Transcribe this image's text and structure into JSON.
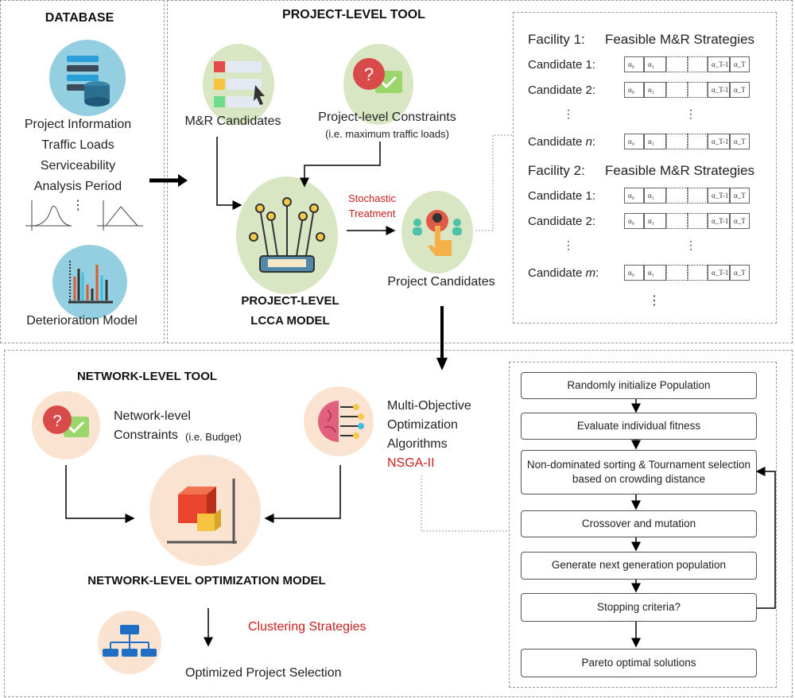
{
  "database": {
    "title": "DATABASE",
    "items": [
      "Project Information",
      "Traffic Loads",
      "Serviceability",
      "Analysis Period"
    ],
    "vdots": "⋮",
    "model": "Deterioration Model"
  },
  "project_tool": {
    "title": "PROJECT-LEVEL TOOL",
    "mr_candidates": "M&R Candidates",
    "constraints": "Project-level Constraints",
    "constraints_note": "(i.e. maximum traffic loads)",
    "stochastic": [
      "Stochastic",
      "Treatment"
    ],
    "model": [
      "PROJECT-LEVEL",
      "LCCA MODEL"
    ],
    "project_candidates": "Project Candidates"
  },
  "facilities": [
    {
      "title": "Facility 1:",
      "subtitle": "Feasible M&R Strategies",
      "rows": [
        "Candidate 1:",
        "Candidate 2:",
        "Candidate "
      ],
      "last_var": "n"
    },
    {
      "title": "Facility 2:",
      "subtitle": "Feasible M&R Strategies",
      "rows": [
        "Candidate 1:",
        "Candidate 2:",
        "Candidate "
      ],
      "last_var": "m"
    }
  ],
  "cells": [
    "α₀",
    "α₁",
    "α_T-1",
    "α_T"
  ],
  "vdots": "⋮",
  "network_tool": {
    "title": "NETWORK-LEVEL TOOL",
    "constraints": "Network-level",
    "constraints2": "Constraints",
    "constraints_note": "(i.e. Budget)",
    "algorithms": [
      "Multi-Objective",
      "Optimization",
      "Algorithms"
    ],
    "nsga": "NSGA-II",
    "model": "NETWORK-LEVEL OPTIMIZATION MODEL",
    "clustering": "Clustering Strategies",
    "selection": "Optimized Project Selection"
  },
  "flow": [
    "Randomly initialize Population",
    "Evaluate individual fitness",
    "Non-dominated sorting & Tournament selection based on crowding distance",
    "Crossover and mutation",
    "Generate next generation population",
    "Stopping criteria?",
    "Pareto optimal solutions"
  ],
  "colors": {
    "red": "#c8201e",
    "blue_circle": "#93cfe0",
    "green_circle": "#d9e6c3",
    "peach_circle": "#fbe3d2"
  }
}
